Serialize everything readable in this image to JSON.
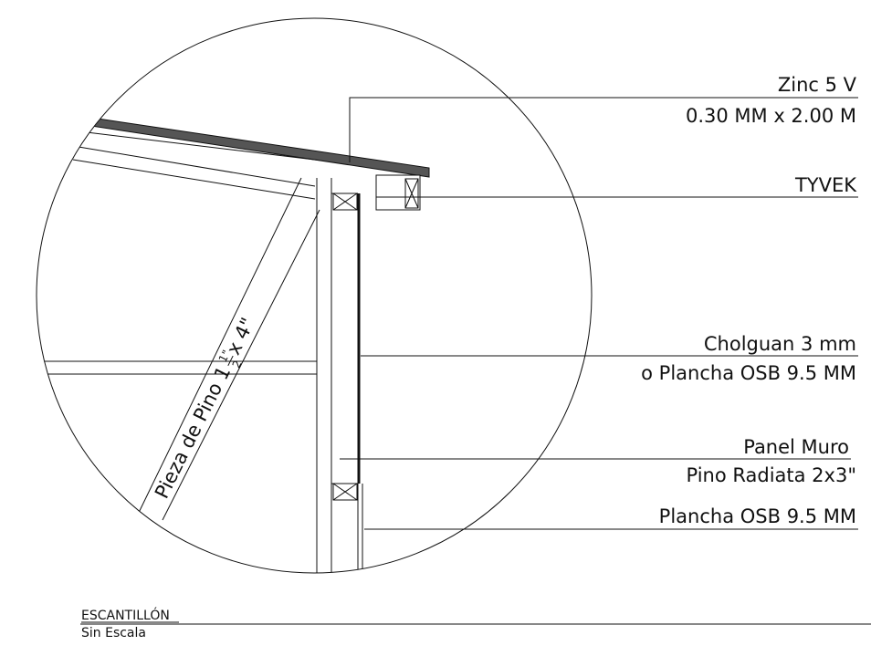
{
  "labels": {
    "zinc_line1": "Zinc 5 V",
    "zinc_line2": "0.30 MM x 2.00 M",
    "tyvek": "TYVEK",
    "cholguan_line1": "Cholguan 3 mm",
    "cholguan_line2": "o Plancha OSB 9.5 MM",
    "panel_line1": "Panel Muro",
    "panel_line2": "Pino Radiata 2x3\"",
    "osb": "Plancha OSB 9.5 MM",
    "brace_prefix": "Pieza de Pino 1",
    "brace_frac_num": "1\"",
    "brace_frac_den": "2",
    "brace_suffix": " x 4\""
  },
  "footer": {
    "title": "ESCANTILLÓN",
    "scale": "Sin Escala"
  },
  "colors": {
    "line": "#111111",
    "roof_sheet": "#555555"
  }
}
